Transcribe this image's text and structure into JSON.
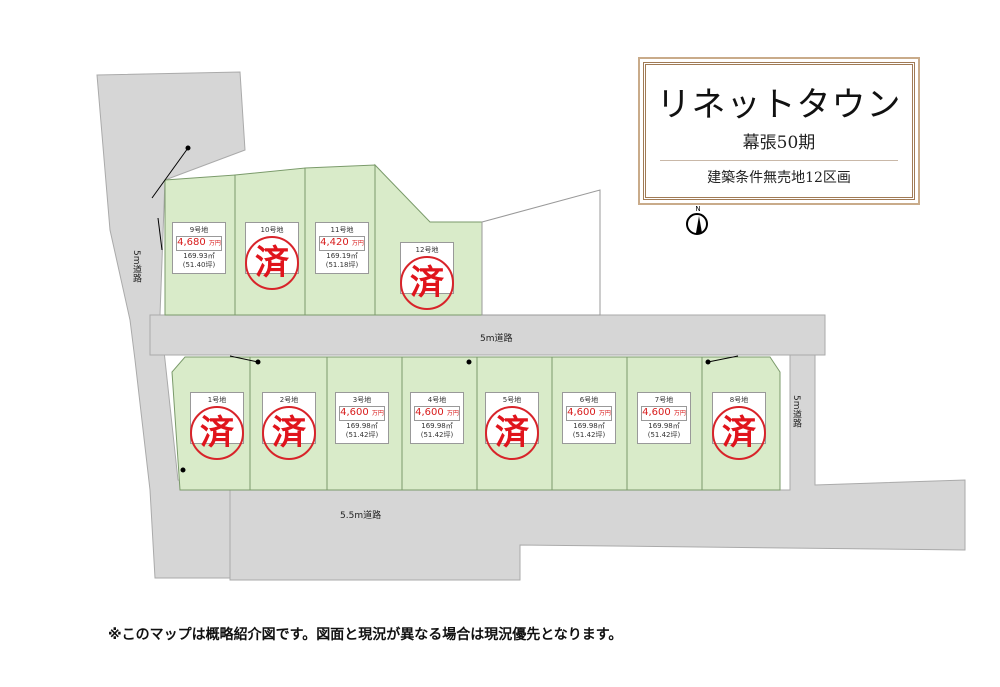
{
  "title": {
    "name": "リネットタウン",
    "phase": "幕張50期",
    "subtitle": "建築条件無売地12区画"
  },
  "compass": {
    "label": "N"
  },
  "roads": {
    "upper": "5m道路",
    "left": "5m道路",
    "right": "5m道路",
    "bottom": "5.5m道路"
  },
  "sold_mark": "済",
  "lots": [
    {
      "id": "9号地",
      "price": "4,680",
      "unit": "万円",
      "area": "169.93㎡",
      "tsubo": "(51.40坪)",
      "sold": false
    },
    {
      "id": "10号地",
      "sold": true
    },
    {
      "id": "11号地",
      "price": "4,420",
      "unit": "万円",
      "area": "169.19㎡",
      "tsubo": "(51.18坪)",
      "sold": false
    },
    {
      "id": "12号地",
      "sold": true
    },
    {
      "id": "1号地",
      "sold": true
    },
    {
      "id": "2号地",
      "sold": true
    },
    {
      "id": "3号地",
      "price": "4,600",
      "unit": "万円",
      "area": "169.98㎡",
      "tsubo": "(51.42坪)",
      "sold": false
    },
    {
      "id": "4号地",
      "price": "4,600",
      "unit": "万円",
      "area": "169.98㎡",
      "tsubo": "(51.42坪)",
      "sold": false
    },
    {
      "id": "5号地",
      "sold": true
    },
    {
      "id": "6号地",
      "price": "4,600",
      "unit": "万円",
      "area": "169.98㎡",
      "tsubo": "(51.42坪)",
      "sold": false
    },
    {
      "id": "7号地",
      "price": "4,600",
      "unit": "万円",
      "area": "169.98㎡",
      "tsubo": "(51.42坪)",
      "sold": false
    },
    {
      "id": "8号地",
      "sold": true
    }
  ],
  "note": "※このマップは概略紹介図です。図面と現況が異なる場合は現況優先となります。",
  "colors": {
    "lot": "#d9ebc9",
    "road": "#d4d4d4",
    "sold": "#e0141c"
  }
}
